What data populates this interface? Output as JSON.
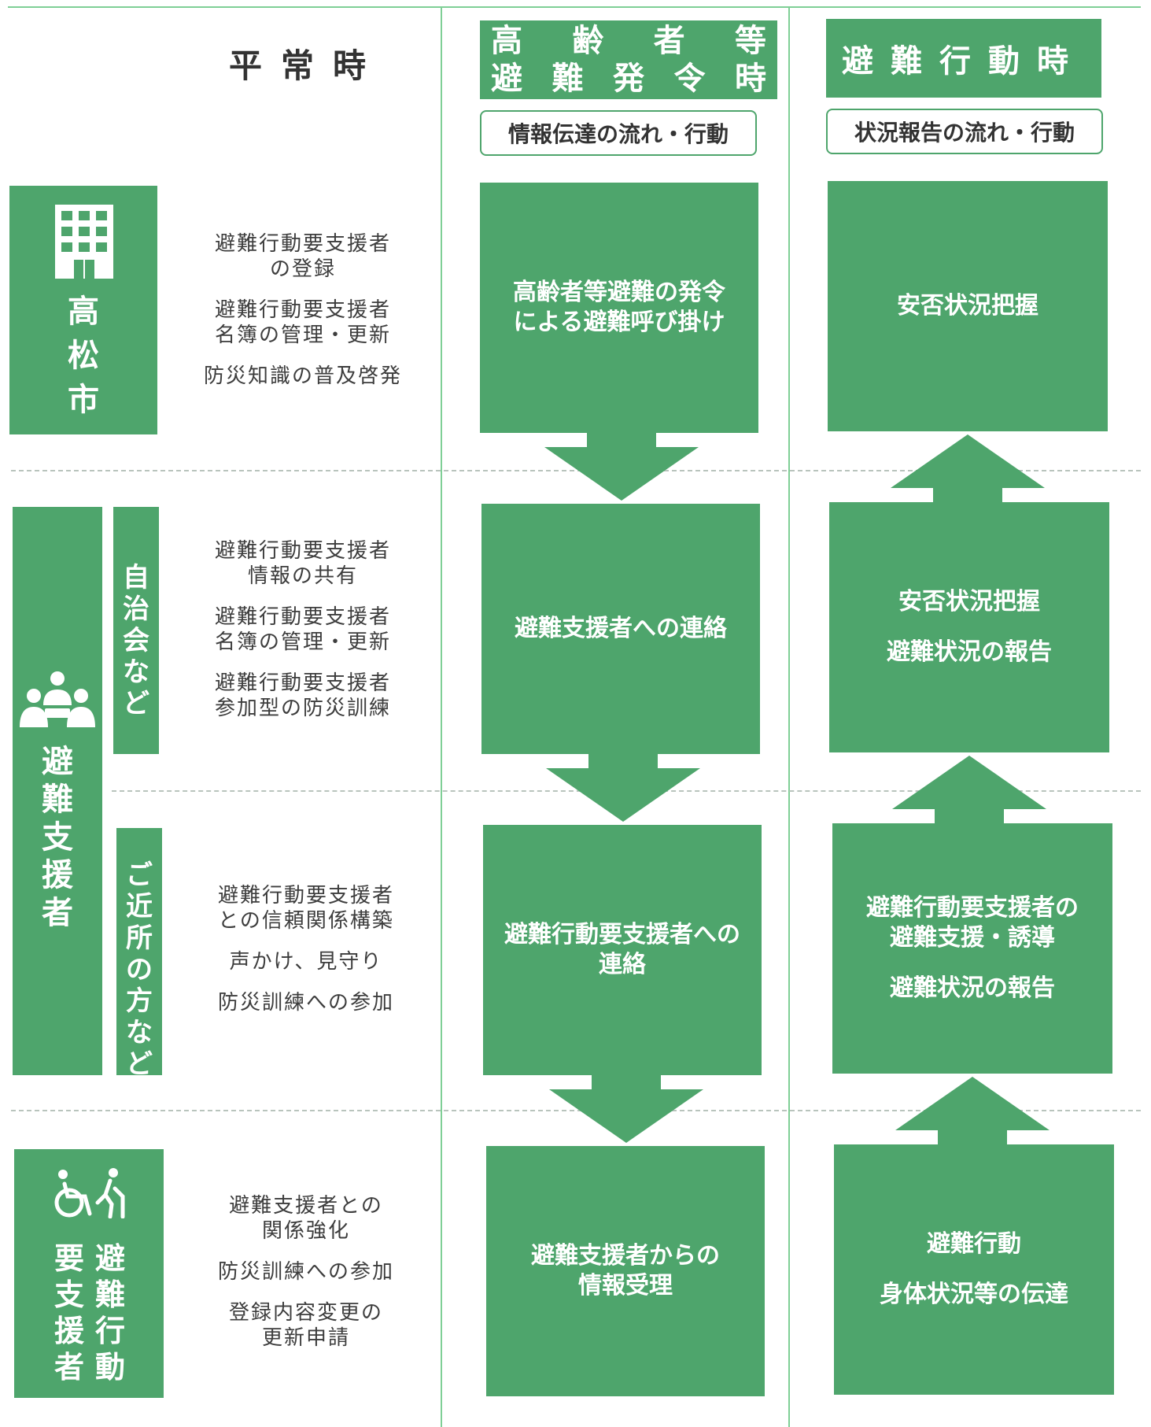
{
  "header": {
    "normal": "平常時",
    "issuance_row1": [
      "高",
      "齢",
      "者",
      "等"
    ],
    "issuance_row2": [
      "避",
      "難",
      "発",
      "令",
      "時"
    ],
    "evacuation": "避難行動時",
    "info_flow": "情報伝達の流れ・行動",
    "report_flow": "状況報告の流れ・行動"
  },
  "actors": {
    "city": {
      "chars": [
        "高",
        "松",
        "市"
      ],
      "icon": "building-icon"
    },
    "supporters": {
      "chars": [
        "避",
        "難",
        "支",
        "援",
        "者"
      ],
      "icon": "people-group-icon"
    },
    "association": {
      "chars": [
        "自",
        "治",
        "会",
        "な",
        "ど"
      ]
    },
    "neighbors": {
      "chars": [
        "ご",
        "近",
        "所",
        "の",
        "方",
        "な",
        "ど"
      ]
    },
    "needs_support": {
      "col1": [
        "要",
        "支",
        "援",
        "者"
      ],
      "col2": [
        "避",
        "難",
        "行",
        "動"
      ],
      "icon": "wheelchair-elderly-icon"
    }
  },
  "normal_tasks": {
    "city": [
      "避難行動要支援者\nの登録",
      "避難行動要支援者\n名簿の管理・更新",
      "防災知識の普及啓発"
    ],
    "association": [
      "避難行動要支援者\n情報の共有",
      "避難行動要支援者\n名簿の管理・更新",
      "避難行動要支援者\n参加型の防災訓練"
    ],
    "neighbors": [
      "避難行動要支援者\nとの信頼関係構築",
      "声かけ、見守り",
      "防災訓練への参加"
    ],
    "needs_support": [
      "避難支援者との\n関係強化",
      "防災訓練への参加",
      "登録内容変更の\n更新申請"
    ]
  },
  "info_flow_boxes": [
    [
      "高齢者等避難の発令\nによる避難呼び掛け"
    ],
    [
      "避難支援者への連絡"
    ],
    [
      "避難行動要支援者への\n連絡"
    ],
    [
      "避難支援者からの\n情報受理"
    ]
  ],
  "report_flow_boxes": [
    [
      "安否状況把握"
    ],
    [
      "安否状況把握",
      "避難状況の報告"
    ],
    [
      "避難行動要支援者の\n避難支援・誘導",
      "避難状況の報告"
    ],
    [
      "避難行動",
      "身体状況等の伝達"
    ]
  ],
  "colors": {
    "green": "#4ea56c",
    "line": "#7fcf96"
  }
}
